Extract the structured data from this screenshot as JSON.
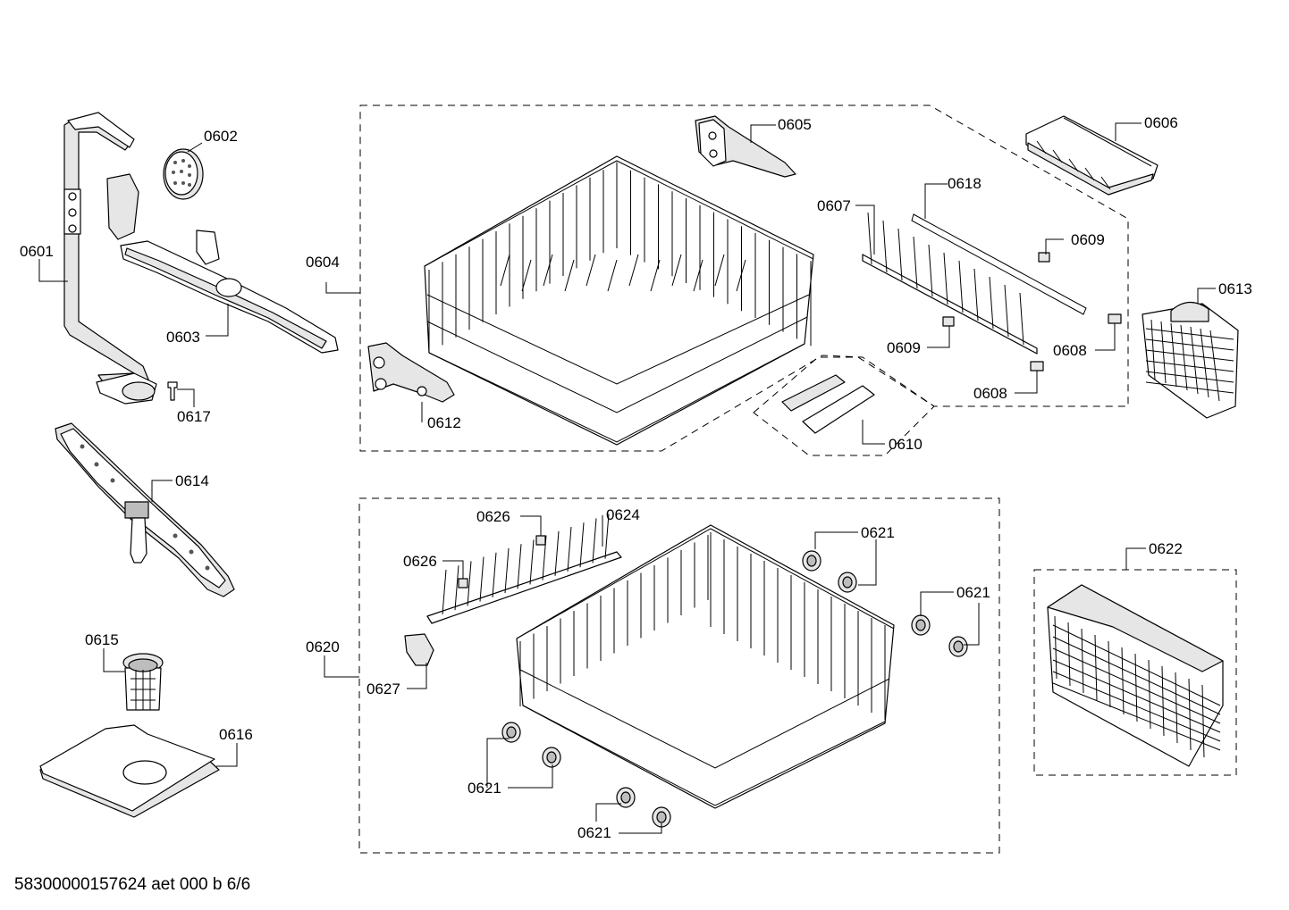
{
  "parts": {
    "p0601": "0601",
    "p0602": "0602",
    "p0603": "0603",
    "p0604": "0604",
    "p0605": "0605",
    "p0606": "0606",
    "p0607": "0607",
    "p0608a": "0608",
    "p0608b": "0608",
    "p0609a": "0609",
    "p0609b": "0609",
    "p0610": "0610",
    "p0612": "0612",
    "p0613": "0613",
    "p0614": "0614",
    "p0615": "0615",
    "p0616": "0616",
    "p0617": "0617",
    "p0618": "0618",
    "p0620": "0620",
    "p0621a": "0621",
    "p0621b": "0621",
    "p0621c": "0621",
    "p0621d": "0621",
    "p0622": "0622",
    "p0624": "0624",
    "p0626a": "0626",
    "p0626b": "0626",
    "p0627": "0627"
  },
  "footer": {
    "doc_ref": "58300000157624 aet 000 b 6/6"
  }
}
